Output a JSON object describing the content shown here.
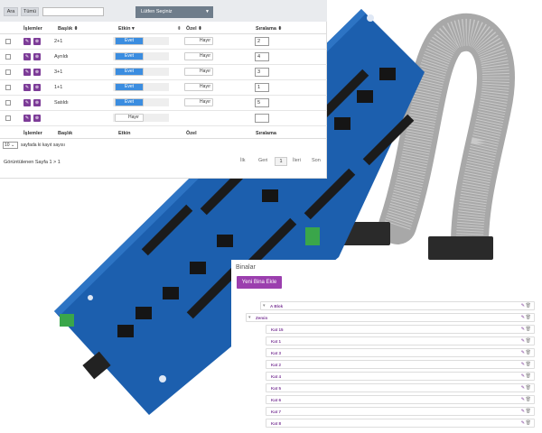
{
  "toolbar": {
    "search_button": "Ara",
    "all_button": "Tümü",
    "search_value": "",
    "filter_select": "Lütfen Seçiniz"
  },
  "table": {
    "columns": [
      "İşlemler",
      "Başlık",
      "Etkin",
      "Özel",
      "Sıralama"
    ],
    "rows": [
      {
        "title": "2+1",
        "etkin": "Evet",
        "ozel": "Hayır",
        "order": "2"
      },
      {
        "title": "Ayrıldı",
        "etkin": "Evet",
        "ozel": "Hayır",
        "order": "4"
      },
      {
        "title": "3+1",
        "etkin": "Evet",
        "ozel": "Hayır",
        "order": "3"
      },
      {
        "title": "1+1",
        "etkin": "Evet",
        "ozel": "Hayır",
        "order": "1"
      },
      {
        "title": "Satıldı",
        "etkin": "Evet",
        "ozel": "Hayır",
        "order": "5"
      },
      {
        "title": "",
        "etkin": "Hayır",
        "ozel": "",
        "order": ""
      }
    ],
    "footer_columns": [
      "İşlemler",
      "Başlık",
      "Etkin",
      "Özel",
      "Sıralama"
    ],
    "page_size": "10",
    "page_size_label": "sayfada ki kayıt sayısı",
    "page_info": "Görüntülenen Sayfa 1 > 1",
    "pagination": {
      "first": "İlk",
      "prev": "Geri",
      "current": "1",
      "next": "İleri",
      "last": "Son"
    }
  },
  "bina": {
    "title": "Binalar",
    "add_button": "Yeni Bina Ekle",
    "tree": [
      {
        "label": "A Blok",
        "level": 0
      },
      {
        "label": "Zemin",
        "level": 1
      },
      {
        "label": "Kat 15",
        "level": 2
      },
      {
        "label": "Kat 1",
        "level": 3
      },
      {
        "label": "Kat 3",
        "level": 3
      },
      {
        "label": "Kat 2",
        "level": 3
      },
      {
        "label": "Kat 4",
        "level": 3
      },
      {
        "label": "Kat 5",
        "level": 3
      },
      {
        "label": "Kat 6",
        "level": 3
      },
      {
        "label": "Kat 7",
        "level": 3
      },
      {
        "label": "Kat 8",
        "level": 3
      }
    ]
  },
  "colors": {
    "accent_purple": "#7d3c98",
    "toggle_blue": "#3b8de0",
    "pcb_blue": "#1c5fae",
    "select_slate": "#6f7d8b"
  }
}
